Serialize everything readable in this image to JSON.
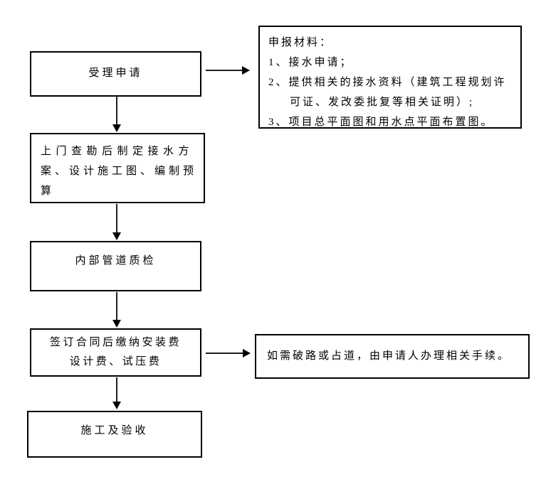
{
  "flowchart": {
    "colors": {
      "border": "#000000",
      "text": "#000000",
      "line": "#1f1f1f",
      "background": "#ffffff"
    },
    "steps": [
      {
        "name": "accept-application",
        "lines": [
          "受理申请"
        ]
      },
      {
        "name": "survey-and-plan",
        "lines": [
          "上门查勘后制定接水方",
          "案、设计施工图、编制预",
          "算"
        ]
      },
      {
        "name": "internal-pipe-inspection",
        "lines": [
          "内部管道质检"
        ]
      },
      {
        "name": "sign-contract-pay-fees",
        "lines": [
          "签订合同后缴纳安装费",
          "设计费、试压费"
        ]
      },
      {
        "name": "construction-and-acceptance",
        "lines": [
          "施工及验收"
        ]
      }
    ],
    "notes": [
      {
        "name": "application-materials",
        "lines": [
          "申报材料：",
          "1、接水申请；",
          "2、提供相关的接水资料（建筑工程规划许",
          "可证、发改委批复等相关证明）;",
          "3、项目总平面图和用水点平面布置图。"
        ]
      },
      {
        "name": "road-occupation",
        "lines": [
          "如需破路或占道，由申请人办理相关手续。"
        ]
      }
    ]
  }
}
